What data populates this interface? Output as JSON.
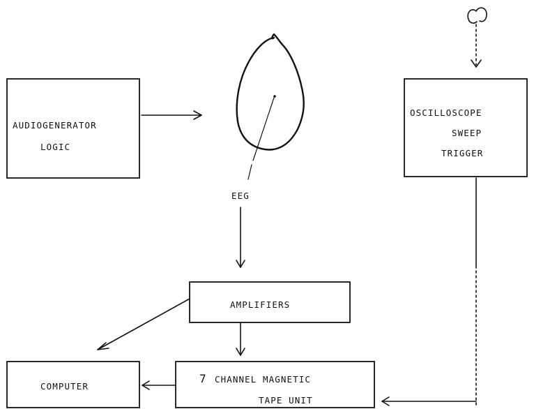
{
  "diagram": {
    "audiogenerator": {
      "line1": "AUDIOGENERATOR",
      "line2": "LOGIC"
    },
    "oscilloscope": {
      "line1": "OSCILLOSCOPE",
      "line2": "SWEEP",
      "line3": "TRIGGER"
    },
    "eeg_label": "EEG",
    "amplifiers_label": "AMPLIFIERS",
    "tape_unit": {
      "line1_prefix": "7",
      "line1_rest": "CHANNEL MAGNETIC",
      "line2": "TAPE UNIT"
    },
    "computer_label": "COMPUTER"
  }
}
